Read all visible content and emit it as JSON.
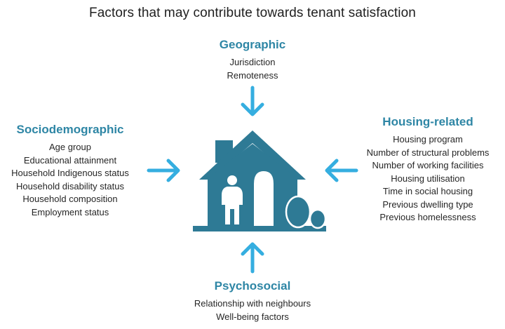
{
  "title": "Factors that may contribute towards tenant satisfaction",
  "colors": {
    "heading": "#2e86a5",
    "house": "#2e7a95",
    "arrow": "#35aee0",
    "figure": "#ffffff"
  },
  "groups": {
    "geographic": {
      "heading": "Geographic",
      "items": [
        "Jurisdiction",
        "Remoteness"
      ]
    },
    "sociodemographic": {
      "heading": "Sociodemographic",
      "items": [
        "Age group",
        "Educational attainment",
        "Household Indigenous status",
        "Household disability status",
        "Household composition",
        "Employment status"
      ]
    },
    "housing": {
      "heading": "Housing-related",
      "items": [
        "Housing program",
        "Number of structural problems",
        "Number of working facilities",
        "Housing utilisation",
        "Time in social housing",
        "Previous dwelling type",
        "Previous homelessness"
      ]
    },
    "psychosocial": {
      "heading": "Psychosocial",
      "items": [
        "Relationship with neighbours",
        "Well-being factors"
      ]
    }
  },
  "icons": {
    "center": "house-icon",
    "person": "person-icon",
    "door": "door-icon",
    "shrub": "shrub-icon",
    "arrows": [
      "arrow-down-icon",
      "arrow-right-icon",
      "arrow-left-icon",
      "arrow-up-icon"
    ]
  }
}
